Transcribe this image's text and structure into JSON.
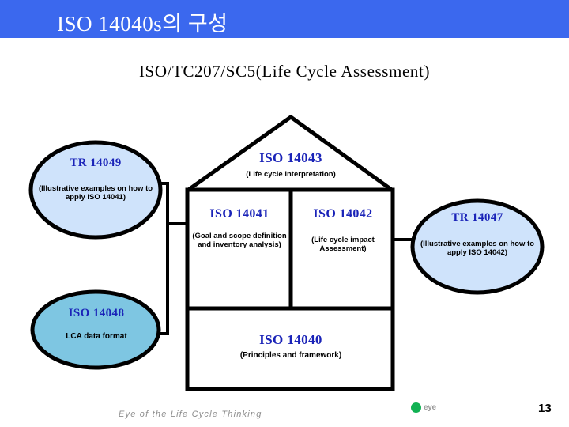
{
  "header": {
    "title": "ISO 14040s의 구성",
    "bar_color": "#3b68ee",
    "subtitle": "ISO/TC207/SC5(Life Cycle Assessment)"
  },
  "diagram": {
    "roof": {
      "code": "ISO 14043",
      "description": "(Life cycle interpretation)"
    },
    "column_left": {
      "code": "ISO 14041",
      "description": "(Goal and scope definition  and inventory analysis)"
    },
    "column_right": {
      "code": "ISO 14042",
      "description": "(Life cycle impact Assessment)"
    },
    "base": {
      "code": "ISO 14040",
      "description": "(Principles and framework)"
    },
    "ellipse_top_left": {
      "code": "TR 14049",
      "description": "(Illustrative examples on how to apply ISO 14041)",
      "fill": "#cfe3fb"
    },
    "ellipse_bottom_left": {
      "code": "ISO 14048",
      "description": "LCA data format",
      "fill": "#7ec6e2"
    },
    "ellipse_right": {
      "code": "TR 14047",
      "description": "(Illustrative examples on how to apply ISO 14042)",
      "fill": "#cfe3fb"
    },
    "code_color": "#1a23b8",
    "stroke_color": "#000000"
  },
  "footer": {
    "tagline": "Eye of the Life Cycle Thinking",
    "logo_text": "eye",
    "logo_color": "#11b153",
    "page_number": "13"
  }
}
